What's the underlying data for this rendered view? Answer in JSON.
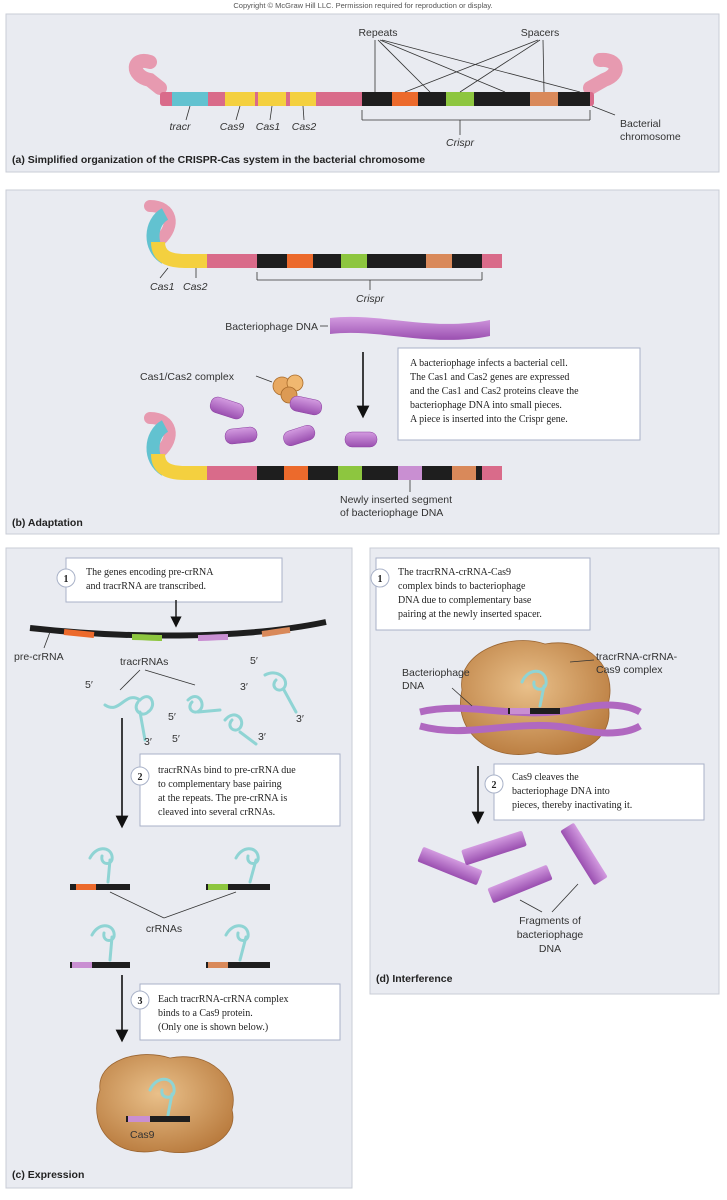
{
  "copyright": "Copyright © McGraw Hill LLC. Permission required for reproduction or display.",
  "panel_a": {
    "caption": "(a) Simplified organization of the CRISPR-Cas system in the bacterial chromosome",
    "repeats": "Repeats",
    "spacers": "Spacers",
    "tracr": "tracr",
    "cas9": "Cas9",
    "cas1": "Cas1",
    "cas2": "Cas2",
    "crispr": "Crispr",
    "bacterial": "Bacterial",
    "chromosome": "chromosome"
  },
  "panel_b": {
    "caption": "(b) Adaptation",
    "cas1": "Cas1",
    "cas2": "Cas2",
    "crispr": "Crispr",
    "phage_dna": "Bacteriophage DNA",
    "complex": "Cas1/Cas2 complex",
    "box": [
      "A bacteriophage infects a bacterial cell.",
      "The Cas1 and Cas2 genes are expressed",
      "and the Cas1 and Cas2 proteins cleave the",
      "bacteriophage DNA into small pieces.",
      "A piece is inserted into the Crispr gene."
    ],
    "inserted_1": "Newly inserted segment",
    "inserted_2": "of bacteriophage DNA"
  },
  "panel_c": {
    "caption": "(c) Expression",
    "step1_num": "1",
    "step1": [
      "The genes encoding pre-crRNA",
      "and tracrRNA are transcribed."
    ],
    "pre_crrna": "pre-crRNA",
    "tracrrnas": "tracrRNAs",
    "five": "5′",
    "three": "3′",
    "step2_num": "2",
    "step2": [
      "tracrRNAs bind to pre-crRNA due",
      "to complementary base pairing",
      "at the repeats. The pre-crRNA is",
      "cleaved into several crRNAs."
    ],
    "crrnas": "crRNAs",
    "step3_num": "3",
    "step3": [
      "Each tracrRNA-crRNA complex",
      "binds to a Cas9 protein.",
      "(Only one is shown below.)"
    ],
    "cas9": "Cas9"
  },
  "panel_d": {
    "caption": "(d) Interference",
    "step1_num": "1",
    "step1": [
      "The tracrRNA-crRNA-Cas9",
      "complex binds to bacteriophage",
      "DNA due to complementary base",
      "pairing at the newly inserted spacer."
    ],
    "phage_1": "Bacteriophage",
    "phage_2": "DNA",
    "complex_1": "tracrRNA-crRNA-",
    "complex_2": "Cas9 complex",
    "step2_num": "2",
    "step2": [
      "Cas9 cleaves the",
      "bacteriophage DNA into",
      "pieces, thereby inactivating it."
    ],
    "frag_1": "Fragments of",
    "frag_2": "bacteriophage",
    "frag_3": "DNA"
  },
  "colors": {
    "panel_bg": "#e9ebf1",
    "chromosome": "#d96b8a",
    "tracr": "#62c2d0",
    "cas": "#f4d03f",
    "repeat": "#1e1e1e",
    "spacer_orange": "#ec6a2c",
    "spacer_green": "#8dc63f",
    "spacer_tan": "#d9895a",
    "phage": "#b068c0",
    "rna": "#8fd4d4",
    "cas9_protein": "#cf9a5a"
  }
}
